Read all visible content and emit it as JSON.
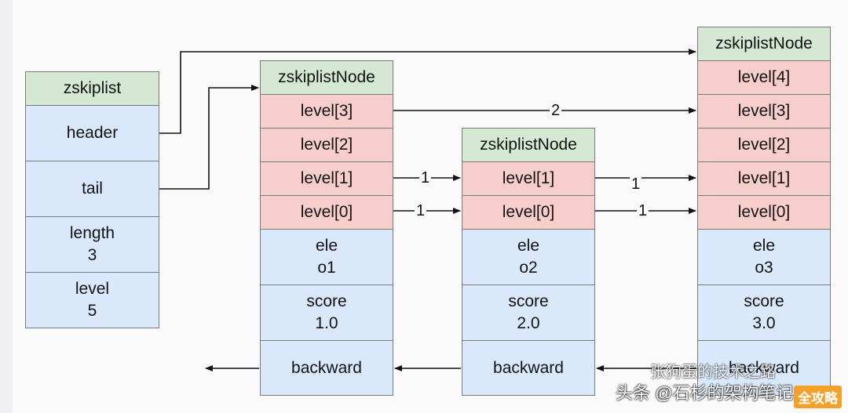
{
  "zskiplist": {
    "title": "zskiplist",
    "header": "header",
    "tail": "tail",
    "length_label": "length",
    "length_value": "3",
    "level_label": "level",
    "level_value": "5"
  },
  "nodes": [
    {
      "title": "zskiplistNode",
      "levels": [
        "level[3]",
        "level[2]",
        "level[1]",
        "level[0]"
      ],
      "ele_label": "ele",
      "ele_value": "o1",
      "score_label": "score",
      "score_value": "1.0",
      "backward": "backward"
    },
    {
      "title": "zskiplistNode",
      "levels": [
        "level[1]",
        "level[0]"
      ],
      "ele_label": "ele",
      "ele_value": "o2",
      "score_label": "score",
      "score_value": "2.0",
      "backward": "backward"
    },
    {
      "title": "zskiplistNode",
      "levels": [
        "level[4]",
        "level[3]",
        "level[2]",
        "level[1]",
        "level[0]"
      ],
      "ele_label": "ele",
      "ele_value": "o3",
      "score_label": "score",
      "score_value": "3.0",
      "backward": "backward"
    }
  ],
  "edge_labels": {
    "n1_l3_to_n3": "2",
    "n1_l1_to_n2": "1",
    "n1_l0_to_n2": "1",
    "n2_l1_to_n3": "1",
    "n2_l0_to_n3": "1"
  },
  "watermark": {
    "line1": "张狗蛋的技术之路",
    "line2": "头条 @石杉的架构笔记",
    "badge": "全攻略"
  },
  "colors": {
    "title_fill": "#d5e8d4",
    "level_fill": "#f8cecc",
    "field_fill": "#dae8fc",
    "border": "#7a7a7a",
    "arrow": "#111111"
  }
}
